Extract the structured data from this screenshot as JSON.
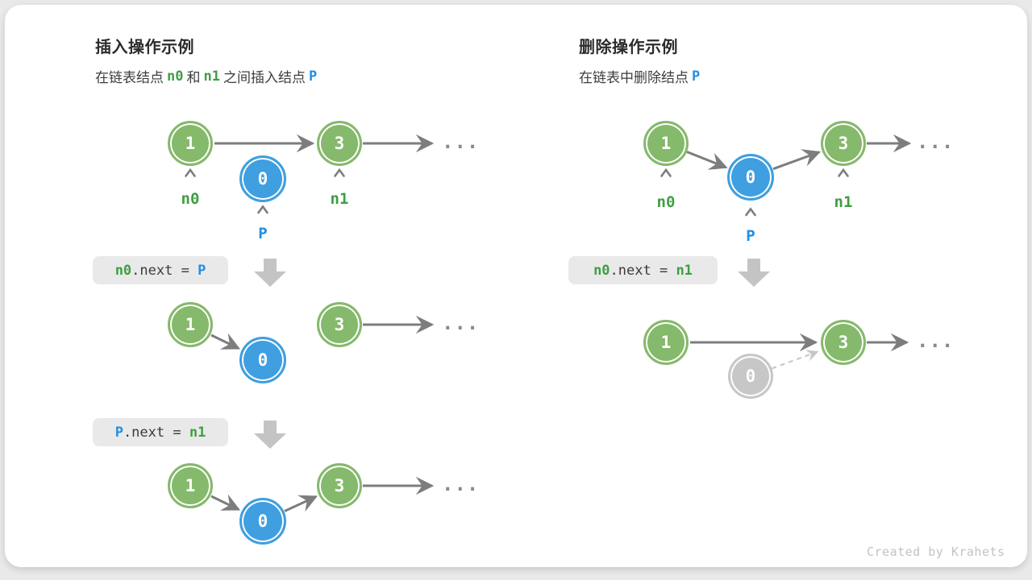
{
  "panels": {
    "insert": {
      "title": "插入操作示例",
      "subtitle": [
        {
          "t": "在链表结点",
          "c": "plain"
        },
        {
          "t": "n0",
          "c": "green"
        },
        {
          "t": "和",
          "c": "plain"
        },
        {
          "t": "n1",
          "c": "green"
        },
        {
          "t": "之间插入结点",
          "c": "plain"
        },
        {
          "t": "P",
          "c": "blue"
        }
      ],
      "codes": {
        "step1": [
          {
            "t": "n0",
            "c": "green"
          },
          {
            "t": ".next = ",
            "c": "plain"
          },
          {
            "t": "P",
            "c": "blue"
          }
        ],
        "step2": [
          {
            "t": "P",
            "c": "blue"
          },
          {
            "t": ".next = ",
            "c": "plain"
          },
          {
            "t": "n1",
            "c": "green"
          }
        ]
      }
    },
    "delete": {
      "title": "删除操作示例",
      "subtitle": [
        {
          "t": "在链表中删除结点",
          "c": "plain"
        },
        {
          "t": "P",
          "c": "blue"
        }
      ],
      "codes": {
        "step1": [
          {
            "t": "n0",
            "c": "green"
          },
          {
            "t": ".next = ",
            "c": "plain"
          },
          {
            "t": "n1",
            "c": "green"
          }
        ]
      }
    }
  },
  "node_values": {
    "one": "1",
    "three": "3",
    "zero": "0"
  },
  "pointer_labels": {
    "n0": "n0",
    "n1": "n1",
    "p": "P"
  },
  "ellipsis": "...",
  "credit": "Created by Krahets",
  "colors": {
    "node_green": "#85b96b",
    "node_blue": "#3f9fe0",
    "node_gray": "#c7c7c7",
    "label_green": "#3f9e42",
    "label_blue": "#1e8fe6",
    "arrow_gray": "#7d7d7d",
    "dashed_gray": "#c6c6c6",
    "code_bg": "#e9e9e9",
    "block_arrow": "#c4c4c4",
    "card_bg": "#ffffff"
  }
}
